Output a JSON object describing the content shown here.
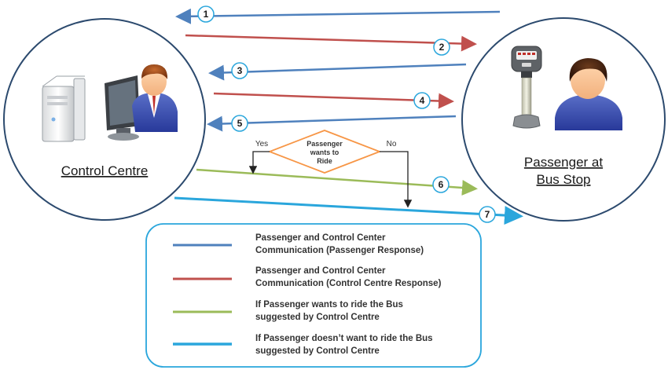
{
  "nodes": {
    "control_centre": {
      "label": "Control Centre"
    },
    "passenger": {
      "label_line1": "Passenger at",
      "label_line2": "Bus Stop"
    }
  },
  "steps": [
    "1",
    "2",
    "3",
    "4",
    "5",
    "6",
    "7"
  ],
  "decision": {
    "line1": "Passenger",
    "line2": "wants to",
    "line3": "Ride",
    "yes": "Yes",
    "no": "No"
  },
  "legend": [
    {
      "color": "#4f81bd",
      "line1": "Passenger and Control Center",
      "line2": "Communication (Passenger Response)"
    },
    {
      "color": "#c0504d",
      "line1": "Passenger and Control Center",
      "line2": "Communication (Control Centre Response)"
    },
    {
      "color": "#9bbb59",
      "line1": "If Passenger wants to ride the Bus",
      "line2": "suggested by Control Centre"
    },
    {
      "color": "#2aa6dc",
      "line1": "If Passenger doesn’t want to ride the Bus",
      "line2": "suggested by Control Centre"
    }
  ],
  "colors": {
    "blue": "#4f81bd",
    "red": "#c0504d",
    "green": "#9bbb59",
    "cyan": "#2aa6dc",
    "circle_stroke": "#2c4a6e",
    "diamond": "#f79646",
    "badge_stroke": "#2aa6dc"
  }
}
